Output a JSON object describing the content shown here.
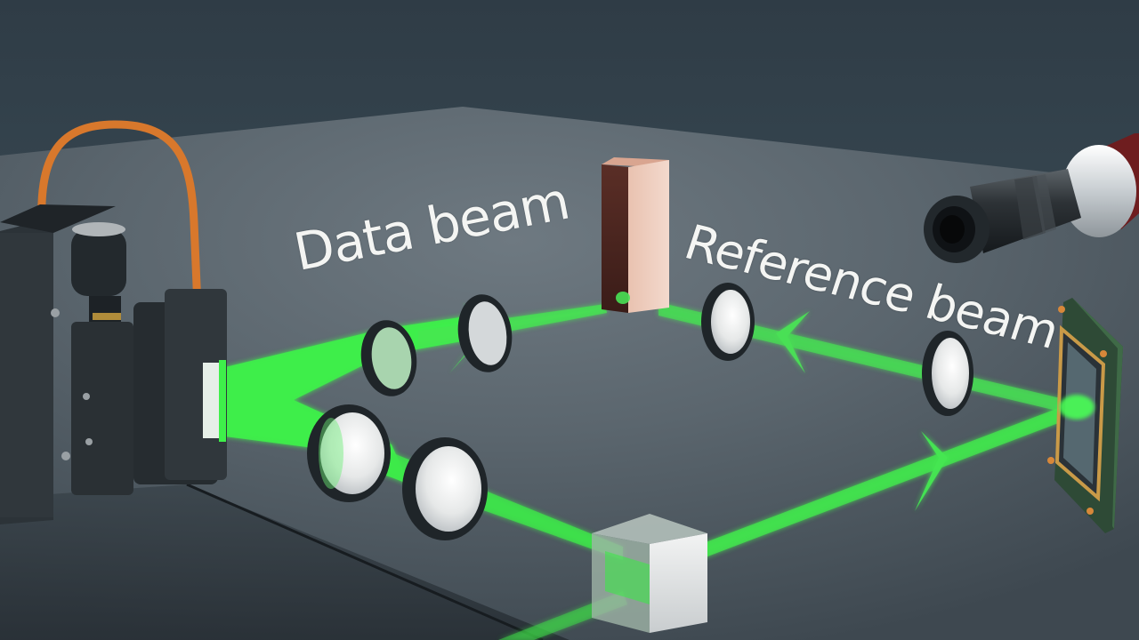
{
  "scene": {
    "title": "Holographic data storage optical setup",
    "labels": {
      "data_beam": "Data beam",
      "reference_beam": "Reference beam"
    },
    "components": [
      {
        "name": "laser-source-housing",
        "description": "dark housing with knurled knob and orange ribbon cable"
      },
      {
        "name": "spatial-light-modulator",
        "description": "emits green data beam from left housing"
      },
      {
        "name": "lens-data-1"
      },
      {
        "name": "lens-data-2"
      },
      {
        "name": "lens-lower-1"
      },
      {
        "name": "lens-lower-2"
      },
      {
        "name": "copper-prism-mirror"
      },
      {
        "name": "lens-ref-1"
      },
      {
        "name": "lens-ref-2"
      },
      {
        "name": "beam-splitter-cube"
      },
      {
        "name": "camera-sensor-chip"
      },
      {
        "name": "laser-objective-lens"
      }
    ],
    "colors": {
      "background_top": "#33414b",
      "table_surface": "#5f6a72",
      "beam_green": "#3dff4a",
      "cable_orange": "#d8782c",
      "copper": "#c48a6c",
      "lens_white": "#eeeeee",
      "ring_dark": "#23292e",
      "text": "#f4f5f3"
    }
  }
}
